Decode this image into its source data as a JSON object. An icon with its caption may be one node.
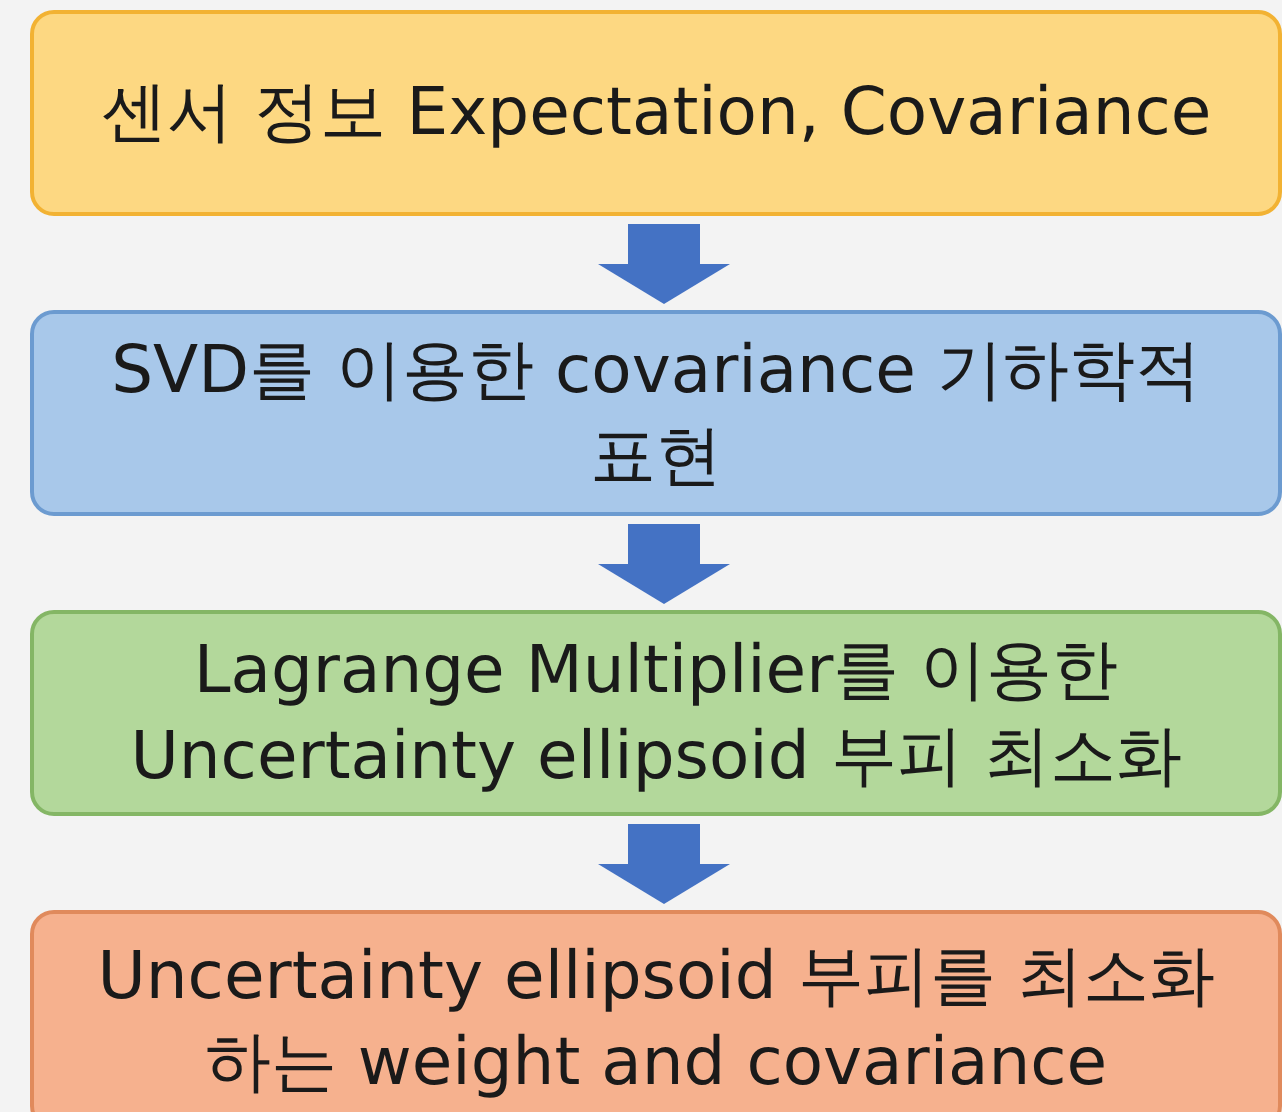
{
  "diagram": {
    "nodes": [
      {
        "text": [
          "센서 정보 Expectation, Covariance"
        ]
      },
      {
        "text": [
          "SVD를 이용한 covariance 기하학적 표현"
        ]
      },
      {
        "text": [
          "Lagrange Multiplier를 이용한 Uncertainty ellipsoid 부피 최소화"
        ]
      },
      {
        "text": [
          "Uncertainty ellipsoid 부피를 최소화하는 weight and covariance"
        ]
      }
    ],
    "edges": [
      {
        "from": 0,
        "to": 1,
        "arrow": "to"
      },
      {
        "from": 1,
        "to": 2,
        "arrow": "to"
      },
      {
        "from": 2,
        "to": 3,
        "arrow": "to"
      }
    ]
  }
}
